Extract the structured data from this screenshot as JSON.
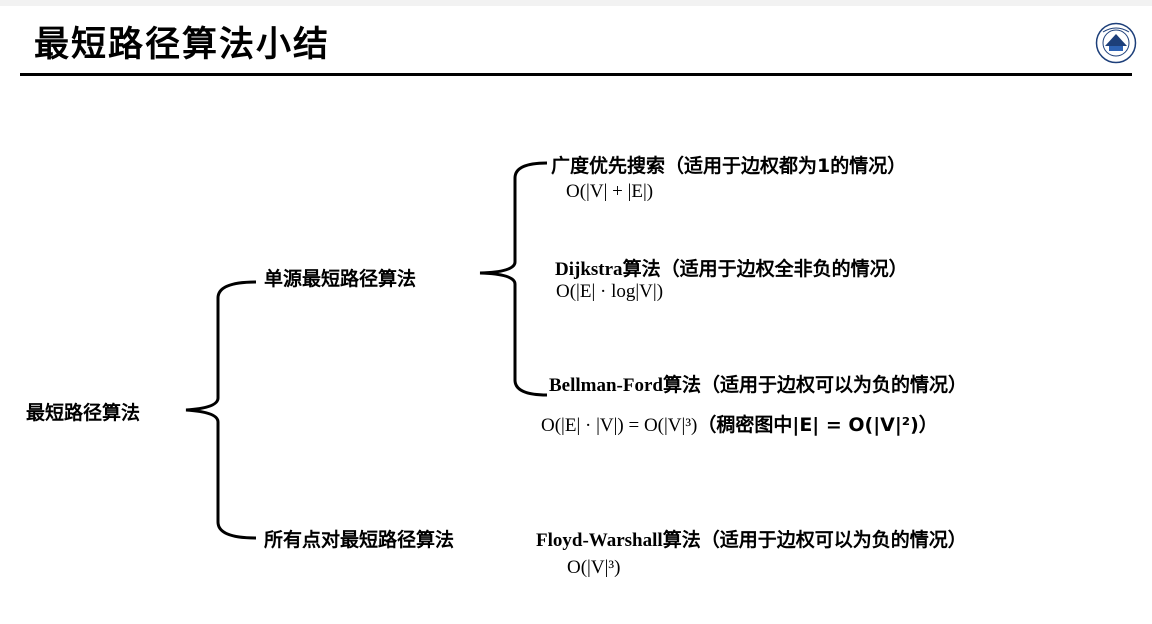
{
  "title": "最短路径算法小结",
  "root": "最短路径算法",
  "branches": {
    "single_source": "单源最短路径算法",
    "all_pairs": "所有点对最短路径算法"
  },
  "algorithms": {
    "bfs": {
      "name": "广度优先搜索",
      "condition": "（适用于边权都为1的情况）",
      "complexity": "O(|V| + |E|)"
    },
    "dijkstra": {
      "name": "Dijkstra",
      "name_suffix": "算法",
      "condition": "（适用于边权全非负的情况）",
      "complexity": "O(|E| · log|V|)"
    },
    "bellman_ford": {
      "name": "Bellman-Ford",
      "name_suffix": "算法",
      "condition": "（适用于边权可以为负的情况）",
      "complexity": "O(|E| · |V|) = O(|V|³)",
      "note": "（稠密图中|E| = O(|V|²)）"
    },
    "floyd_warshall": {
      "name": "Floyd-Warshall",
      "name_suffix": "算法",
      "condition": "（适用于边权可以为负的情况）",
      "complexity": "O(|V|³)"
    }
  }
}
